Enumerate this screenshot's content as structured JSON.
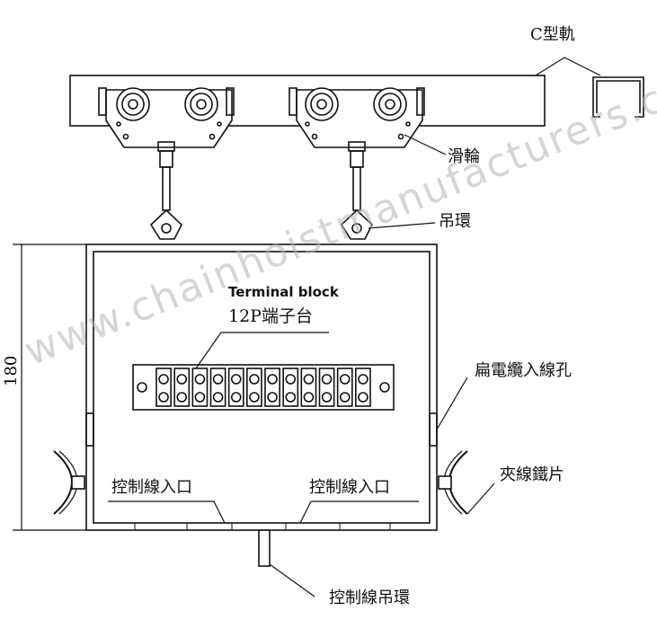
{
  "labels": {
    "c_rail": "C型軌",
    "pulley": "滑輪",
    "hanging_ring": "吊環",
    "terminal_block_en": "Terminal block",
    "terminal_block_zh": "12P端子台",
    "flat_cable_inlet": "扁電纜入線孔",
    "control_inlet_left": "控制線入口",
    "control_inlet_right": "控制線入口",
    "clamp_plate": "夾線鐵片",
    "control_ring": "控制線吊環",
    "dimension": "180"
  },
  "watermark": "www.chainhoistmanufacturers.com",
  "terminal_count": 12
}
